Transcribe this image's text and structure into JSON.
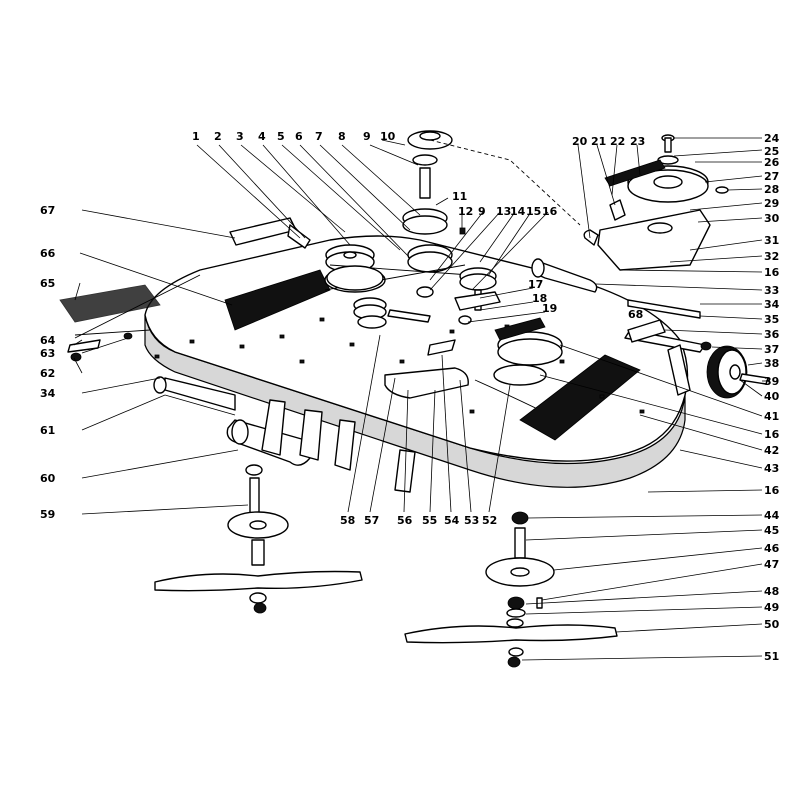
{
  "callouts": [
    "1",
    "2",
    "3",
    "4",
    "5",
    "6",
    "7",
    "8",
    "9",
    "10",
    "11",
    "12",
    "9",
    "13",
    "14",
    "15",
    "16",
    "17",
    "18",
    "19",
    "20",
    "21",
    "22",
    "23",
    "24",
    "25",
    "26",
    "27",
    "28",
    "29",
    "30",
    "31",
    "32",
    "16",
    "33",
    "34",
    "35",
    "36",
    "37",
    "38",
    "39",
    "40",
    "41",
    "16",
    "42",
    "43",
    "16",
    "44",
    "45",
    "46",
    "47",
    "48",
    "49",
    "50",
    "51",
    "52",
    "53",
    "54",
    "55",
    "56",
    "57",
    "58",
    "59",
    "60",
    "61",
    "34",
    "62",
    "63",
    "64",
    "65",
    "66",
    "67",
    "68"
  ]
}
